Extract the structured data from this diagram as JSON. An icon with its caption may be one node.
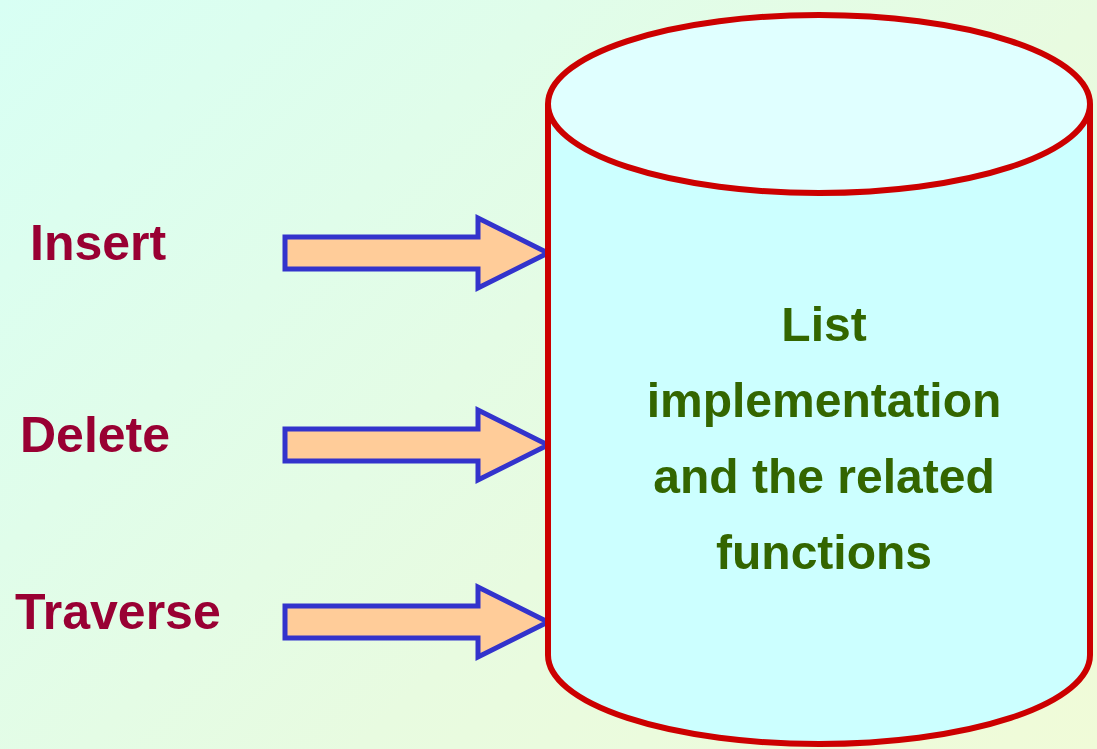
{
  "diagram": {
    "nodes": [
      {
        "text": [
          "Insert"
        ]
      },
      {
        "text": [
          "Delete"
        ]
      },
      {
        "text": [
          "Traverse"
        ]
      },
      {
        "text": [
          "List implementation and the related functions"
        ]
      }
    ],
    "edges": [
      {
        "from": 0,
        "to": 3,
        "arrow": "to"
      },
      {
        "from": 1,
        "to": 3,
        "arrow": "to"
      },
      {
        "from": 2,
        "to": 3,
        "arrow": "to"
      }
    ]
  }
}
